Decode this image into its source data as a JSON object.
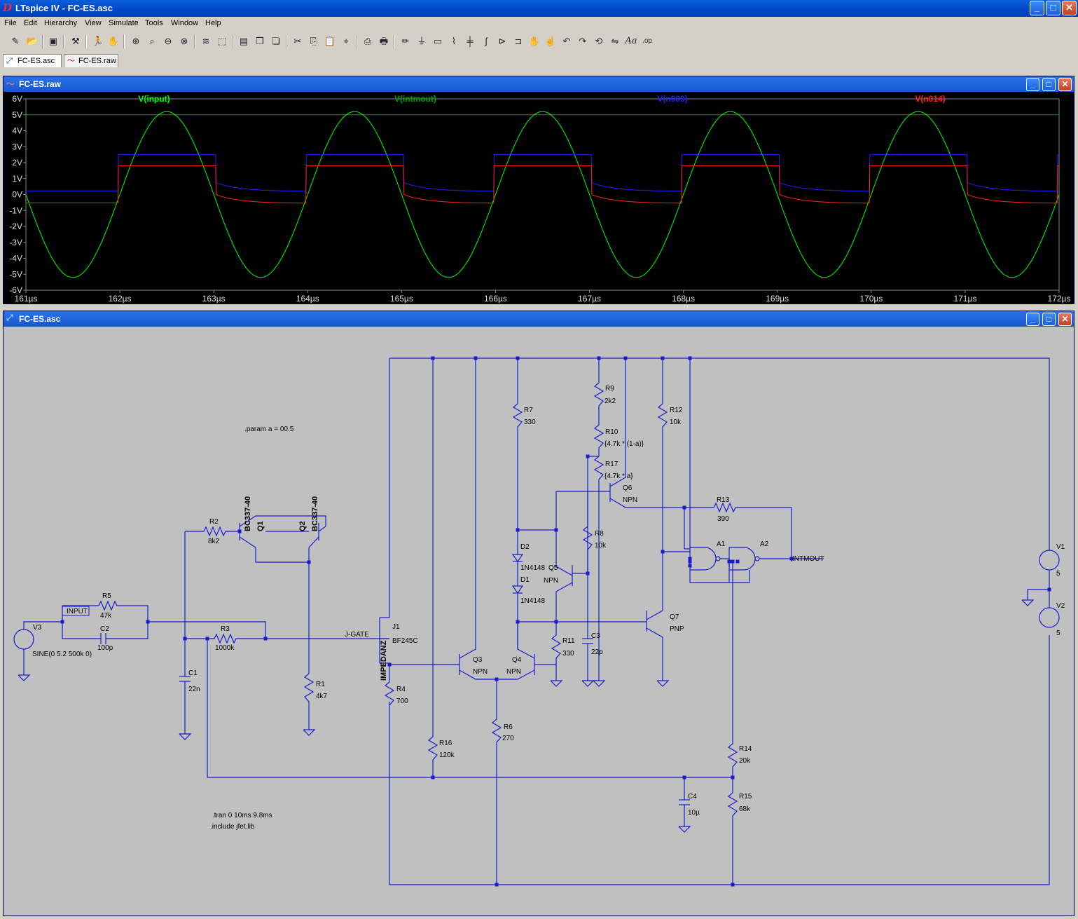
{
  "window": {
    "title": "LTspice IV - FC-ES.asc",
    "minimize": "_",
    "maximize": "□",
    "close": "✕"
  },
  "menu": [
    "File",
    "Edit",
    "Hierarchy",
    "View",
    "Simulate",
    "Tools",
    "Window",
    "Help"
  ],
  "toolbar_icons": [
    "new-schematic-icon",
    "open-icon",
    "save-icon",
    "control-panel-icon",
    "run-icon",
    "halt-icon",
    "zoom-in-icon",
    "zoom-area-icon",
    "zoom-out-icon",
    "zoom-cancel-icon",
    "autorange-icon",
    "undo-zoom-icon",
    "tile-horizontal-icon",
    "cascade-icon",
    "close-window-icon",
    "cut-icon",
    "copy-icon",
    "paste-icon",
    "find-icon",
    "print-preview-icon",
    "print-icon",
    "draw-wire-icon",
    "ground-icon",
    "label-net-icon",
    "resistor-icon",
    "capacitor-icon",
    "inductor-icon",
    "diode-icon",
    "component-icon",
    "move-icon",
    "drag-icon",
    "undo-icon",
    "redo-icon",
    "rotate-icon",
    "mirror-icon",
    "text-icon",
    "spice-directive-icon"
  ],
  "tabs": [
    {
      "label": "FC-ES.asc",
      "active": true
    },
    {
      "label": "FC-ES.raw",
      "active": false
    }
  ],
  "waveform_window": {
    "title": "FC-ES.raw",
    "chart_data": {
      "type": "line",
      "series": [
        {
          "name": "V(input)",
          "color": "#00ff00"
        },
        {
          "name": "V(intmout)",
          "color": "#00a000"
        },
        {
          "name": "V(n009)",
          "color": "#2020ff"
        },
        {
          "name": "V(n014)",
          "color": "#ff2020"
        }
      ],
      "x_ticks": [
        "161µs",
        "162µs",
        "163µs",
        "164µs",
        "165µs",
        "166µs",
        "167µs",
        "168µs",
        "169µs",
        "170µs",
        "171µs",
        "172µs"
      ],
      "y_ticks": [
        "6V",
        "5V",
        "4V",
        "3V",
        "2V",
        "1V",
        "0V",
        "-1V",
        "-2V",
        "-3V",
        "-4V",
        "-5V",
        "-6V"
      ],
      "xlim_us": [
        161,
        172
      ],
      "ylim_V": [
        -6,
        6
      ],
      "input_amplitude_V": 5.2,
      "input_period_us": 2,
      "input_peak_at_us": 162.5,
      "intmout_level_V": 5,
      "n009_high_V": 2.5,
      "n009_low_V": 0.2,
      "n014_high_V": 1.8,
      "n014_low_V": -0.55,
      "square_rise_us": [
        161.98,
        163.98,
        165.98,
        167.98,
        169.98,
        171.98
      ],
      "square_fall_us": [
        163.02,
        165.02,
        167.02,
        169.02,
        171.02
      ],
      "grid": false
    }
  },
  "schematic_window": {
    "title": "FC-ES.asc",
    "labels": {
      "param": ".param a = 00.5",
      "tran": ".tran 0 10ms 9.8ms",
      "include": ".include jfet.lib",
      "R1": "R1",
      "R1v": "4k7",
      "R2": "R2",
      "R2v": "8k2",
      "R3": "R3",
      "R3v": "1000k",
      "R4": "R4",
      "R4v": "700",
      "R5": "R5",
      "R5v": "47k",
      "R6": "R6",
      "R6v": "270",
      "R7": "R7",
      "R7v": "330",
      "R8": "R8",
      "R8v": "10k",
      "R9": "R9",
      "R9v": "2k2",
      "R10": "R10",
      "R10v": "{4.7k * (1-a)}",
      "R11": "R11",
      "R11v": "330",
      "R12": "R12",
      "R12v": "10k",
      "R13": "R13",
      "R13v": "390",
      "R14": "R14",
      "R14v": "20k",
      "R15": "R15",
      "R15v": "68k",
      "R16": "R16",
      "R16v": "120k",
      "R17": "R17",
      "R17v": "{4.7k * a}",
      "C1": "C1",
      "C1v": "22n",
      "C2": "C2",
      "C2v": "100p",
      "C3": "C3",
      "C3v": "22p",
      "C4": "C4",
      "C4v": "10µ",
      "Q1": "Q1",
      "Q1m": "BC337-40",
      "Q2": "Q2",
      "Q2m": "BC337-40",
      "Q3": "Q3",
      "Q3m": "NPN",
      "Q4": "Q4",
      "Q4m": "NPN",
      "Q5": "Q5",
      "Q5m": "NPN",
      "Q6": "Q6",
      "Q6m": "NPN",
      "Q7": "Q7",
      "Q7m": "PNP",
      "J1": "J1",
      "J1m": "BF245C",
      "D1": "D1",
      "D1m": "1N4148",
      "D2": "D2",
      "D2m": "1N4148",
      "A1": "A1",
      "A2": "A2",
      "V1": "V1",
      "V1v": "5",
      "V2": "V2",
      "V2v": "5",
      "V3": "V3",
      "V3v": "SINE(0 5.2 500k 0)",
      "net_input": "INPUT",
      "net_jgate": "J-GATE",
      "net_impedanz": "IMPEDANZ",
      "net_intmout": "INTMOUT"
    }
  }
}
